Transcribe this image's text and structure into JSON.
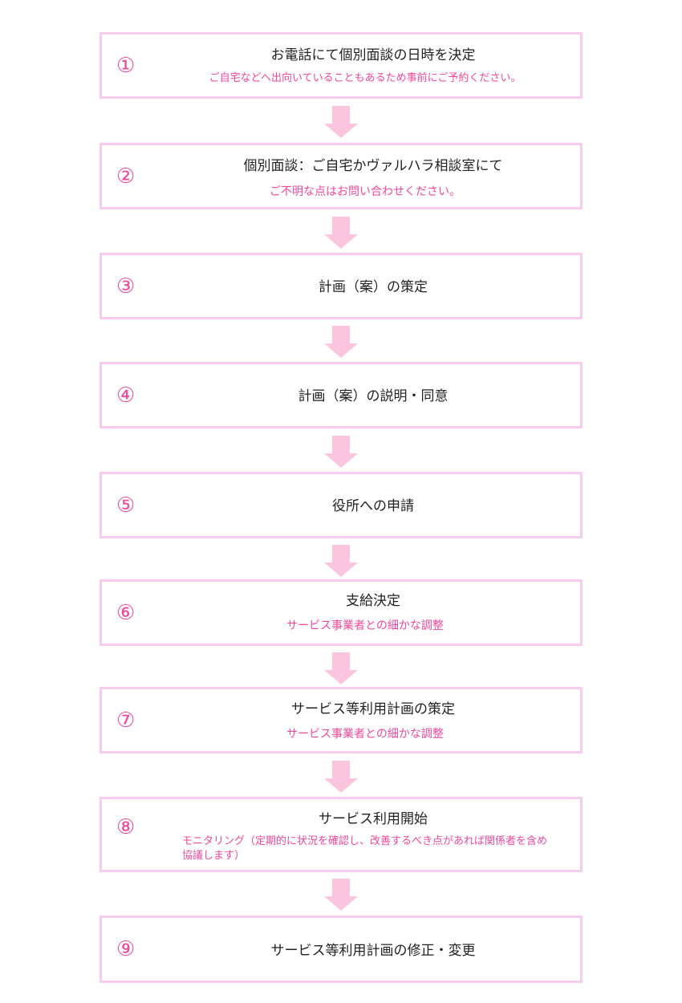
{
  "steps": [
    {
      "number": "①",
      "title": "お電話にて個別面談の日時を決定",
      "note": "ご自宅などへ出向いていることもあるため事前にご予約ください。"
    },
    {
      "number": "②",
      "title": "個別面談：ご自宅かヴァルハラ相談室にて",
      "note": "ご不明な点はお問い合わせください。"
    },
    {
      "number": "③",
      "title": "計画（案）の策定"
    },
    {
      "number": "④",
      "title": "計画（案）の説明・同意"
    },
    {
      "number": "⑤",
      "title": "役所への申請"
    },
    {
      "number": "⑥",
      "title": "支給決定",
      "note": "サービス事業者との細かな調整"
    },
    {
      "number": "⑦",
      "title": "サービス等利用計画の策定",
      "note": "サービス事業者との細かな調整"
    },
    {
      "number": "⑧",
      "title": "サービス利用開始",
      "note": "モニタリング（定期的に状況を確認し、改善するべき点があれば関係者を含め協議します）"
    },
    {
      "number": "⑨",
      "title": "サービス等利用計画の修正・変更"
    }
  ],
  "colors": {
    "border": "#f6cdee",
    "arrow": "#fbc5df",
    "accent": "#f0489c",
    "text": "#222222"
  }
}
